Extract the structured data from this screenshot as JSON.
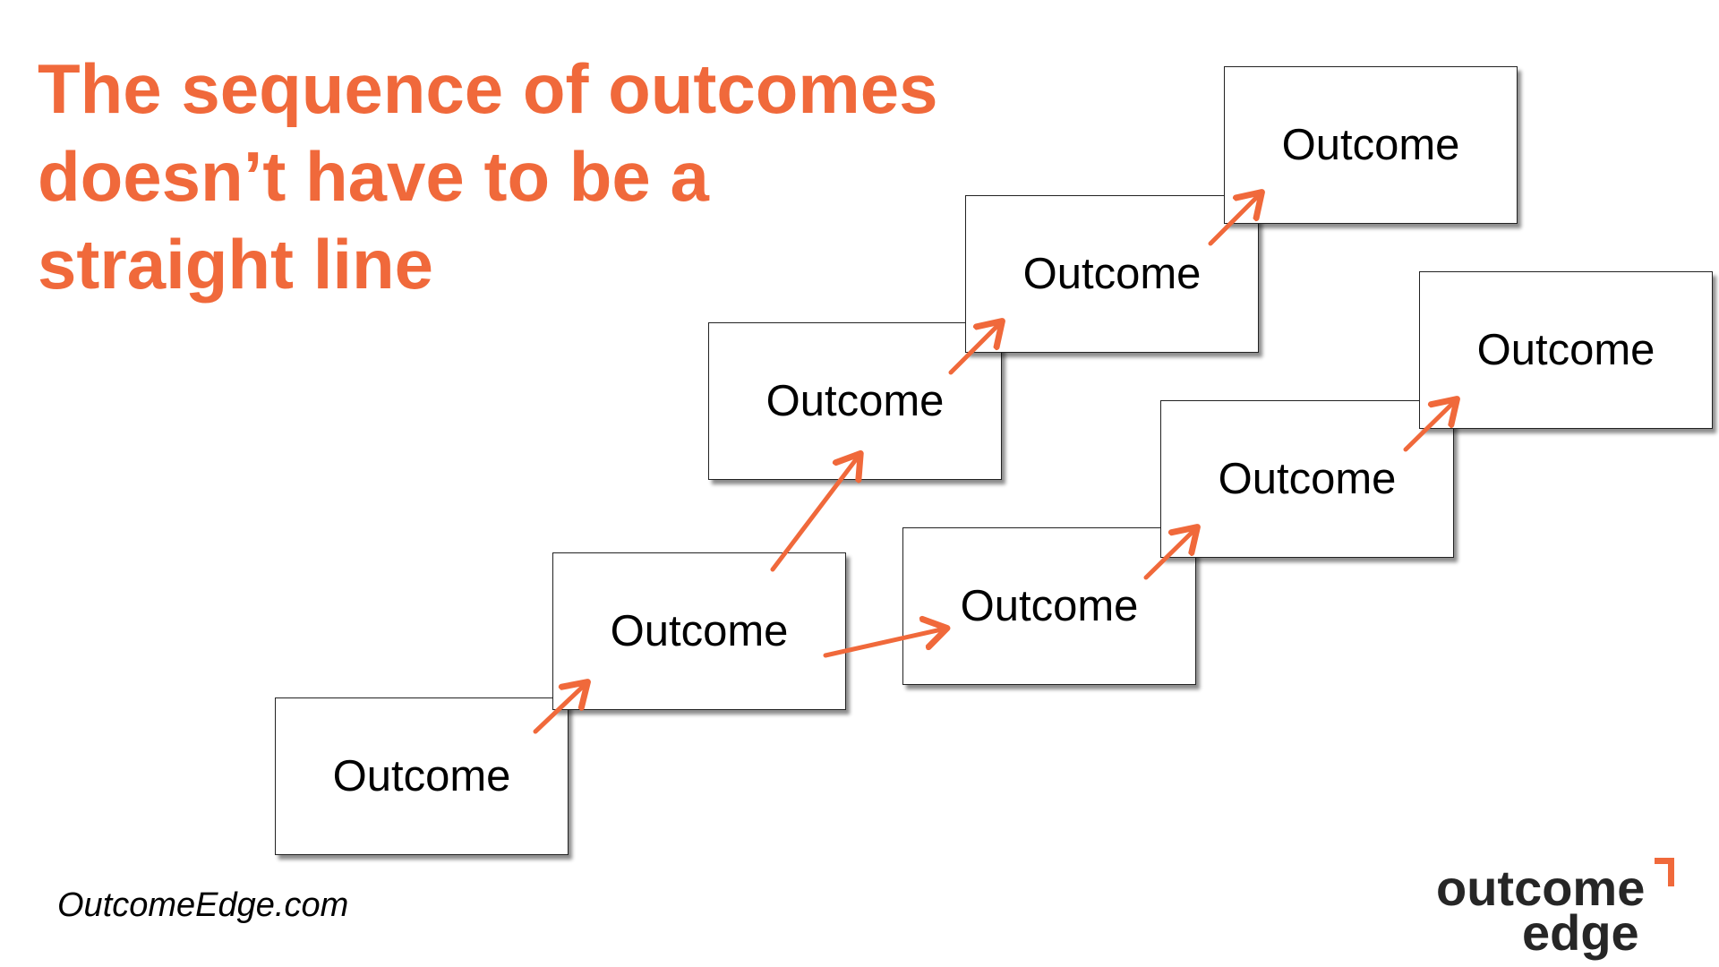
{
  "title": {
    "lines": [
      "The sequence of outcomes",
      "doesn’t have to be a",
      "straight line"
    ]
  },
  "boxes": [
    "Outcome",
    "Outcome",
    "Outcome",
    "Outcome",
    "Outcome",
    "Outcome",
    "Outcome",
    "Outcome"
  ],
  "footer": {
    "website": "OutcomeEdge.com"
  },
  "logo": {
    "word1": "outcome",
    "word2": "edge"
  },
  "colors": {
    "accent": "#f0693b",
    "text": "#000000",
    "box_border": "#222222",
    "logo_text": "#262626"
  }
}
